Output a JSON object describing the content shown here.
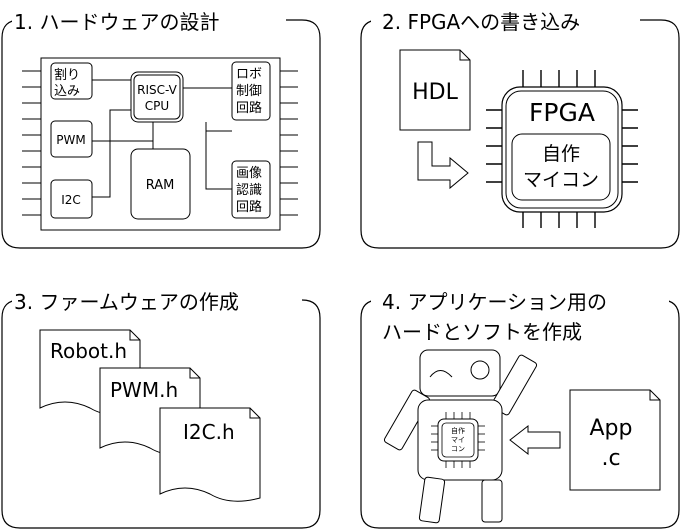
{
  "panels": [
    {
      "title": "1. ハードウェアの設計",
      "blocks": {
        "interrupt": [
          "割り",
          "込み"
        ],
        "cpu": [
          "RISC-V",
          "CPU"
        ],
        "robot_ctrl": [
          "ロボ",
          "制御",
          "回路"
        ],
        "pwm": "PWM",
        "ram": "RAM",
        "i2c": "I2C",
        "image_rec": [
          "画像",
          "認識",
          "回路"
        ]
      }
    },
    {
      "title": "2. FPGAへの書き込み",
      "hdl": "HDL",
      "fpga": "FPGA",
      "micon": [
        "自作",
        "マイコン"
      ]
    },
    {
      "title": "3. ファームウェアの作成",
      "files": [
        "Robot.h",
        "PWM.h",
        "I2C.h"
      ]
    },
    {
      "title": [
        "4. アプリケーション用の",
        "ハードとソフトを作成"
      ],
      "chip": [
        "自作",
        "マイ",
        "コン"
      ],
      "app": [
        "App",
        ".c"
      ]
    }
  ]
}
